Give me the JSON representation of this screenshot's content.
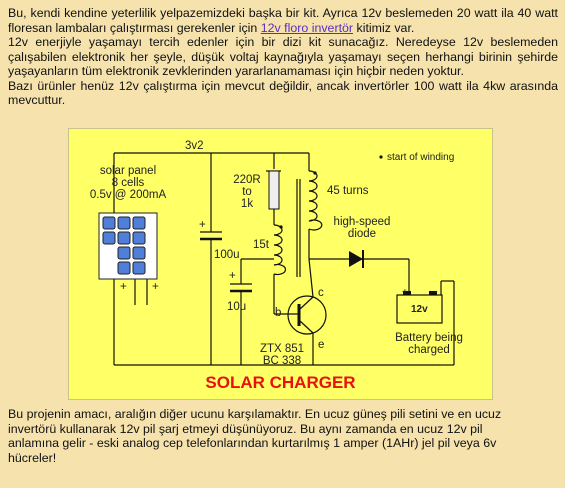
{
  "intro": {
    "p1": "Bu, kendi kendine yeterlilik yelpazemizdeki başka bir kit. Ayrıca 12v beslemeden 20 watt ila 40 watt floresan lambaları çalıştırması gerekenler için",
    "p1_link": "12v floro invertör",
    "p1_end": "kitimiz var.",
    "p2": "12v enerjiyle yaşamayı tercih edenler için bir dizi kit sunacağız. Neredeyse 12v beslemeden çalışabilen elektronik her şeyle, düşük voltaj kaynağıyla yaşamayı seçen herhangi birinin şehirde yaşayanların tüm elektronik zevklerinden yararlanamaması için hiçbir neden yoktur.",
    "p3": "Bazı ürünler henüz 12v çalıştırma için mevcut değildir, ancak invertörler 100 watt ila 4kw arasında mevcuttur."
  },
  "diagram": {
    "title": "SOLAR CHARGER",
    "voltage_label": "3v2",
    "solar_panel": [
      "solar panel",
      "8 cells",
      "0.5v @ 200mA"
    ],
    "cap1": "100u",
    "cap2": "10u",
    "resistor": [
      "220R",
      "to",
      "1k"
    ],
    "turns_15": "15t",
    "turns_45": "45 turns",
    "start_of_winding": "start of winding",
    "diode": [
      "high-speed",
      "diode"
    ],
    "battery_label": [
      "Battery being",
      "charged"
    ],
    "battery_text": "12v",
    "transistor": [
      "ZTX 851",
      "BC 338"
    ],
    "pin_b": "b",
    "pin_c": "c",
    "pin_e": "e",
    "plus": "+",
    "minus": "-",
    "colors": {
      "board": "#ffff66",
      "title": "#e81010",
      "cell": "#4f7fd8",
      "link": "#5a2ec8"
    }
  },
  "outro": {
    "text": "Bu projenin amacı, aralığın diğer ucunu karşılamaktır. En ucuz güneş pili setini ve en ucuz invertörü kullanarak 12v pil şarj etmeyi düşünüyoruz. Bu aynı zamanda en ucuz 12v pil anlamına gelir - eski analog cep telefonlarından kurtarılmış 1 amper (1AHr) jel pil veya 6v hücreler!"
  }
}
